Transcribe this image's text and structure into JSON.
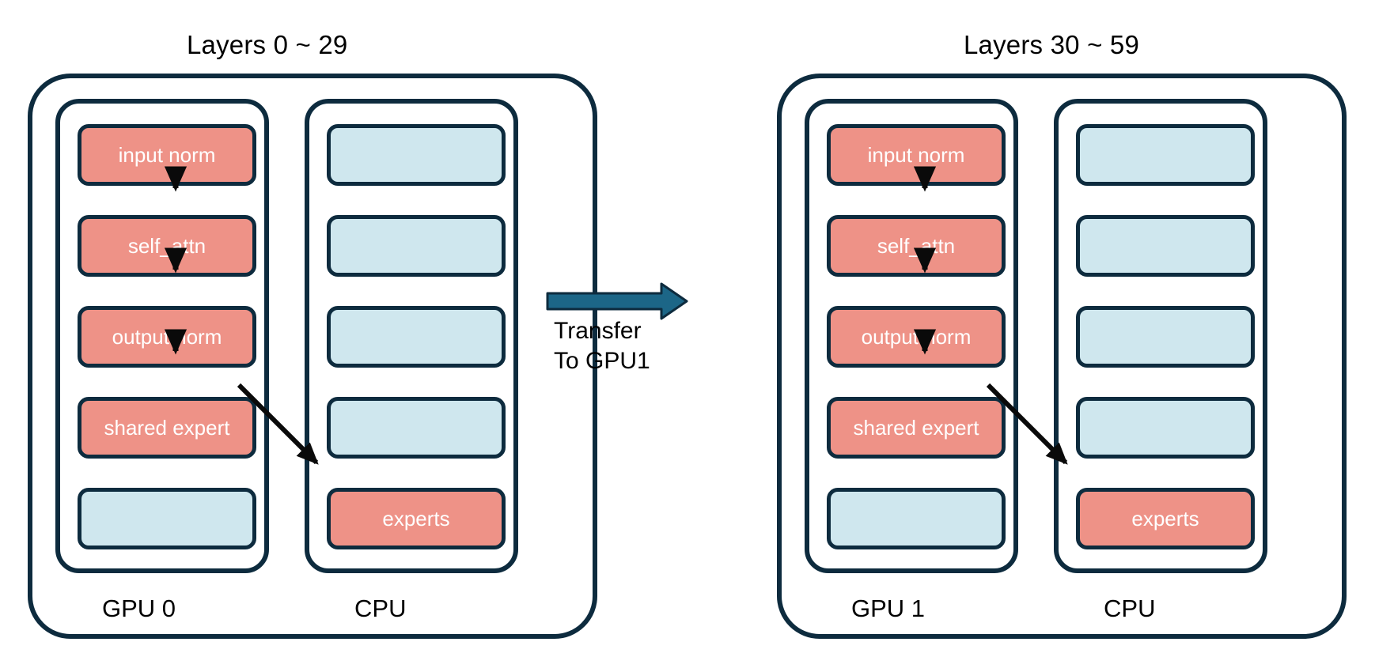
{
  "colors": {
    "outline": "#0D2B3E",
    "active_block": "#EE9287",
    "inactive_block": "#CFE7EE",
    "transfer_arrow": "#1C6687",
    "background": "#FFFFFF",
    "text_on_block": "#FFFFFF",
    "text": "#000000"
  },
  "panels": [
    {
      "title": "Layers 0 ~ 29",
      "gpu": {
        "footer_label": "GPU 0",
        "slots": [
          {
            "label": "input norm",
            "state": "active"
          },
          {
            "label": "self_attn",
            "state": "active"
          },
          {
            "label": "output norm",
            "state": "active"
          },
          {
            "label": "shared expert",
            "state": "active"
          },
          {
            "label": "",
            "state": "inactive"
          }
        ]
      },
      "cpu": {
        "footer_label": "CPU",
        "slots": [
          {
            "label": "",
            "state": "inactive"
          },
          {
            "label": "",
            "state": "inactive"
          },
          {
            "label": "",
            "state": "inactive"
          },
          {
            "label": "",
            "state": "inactive"
          },
          {
            "label": "experts",
            "state": "active"
          }
        ]
      }
    },
    {
      "title": "Layers 30 ~ 59",
      "gpu": {
        "footer_label": "GPU 1",
        "slots": [
          {
            "label": "input norm",
            "state": "active"
          },
          {
            "label": "self_attn",
            "state": "active"
          },
          {
            "label": "output norm",
            "state": "active"
          },
          {
            "label": "shared expert",
            "state": "active"
          },
          {
            "label": "",
            "state": "inactive"
          }
        ]
      },
      "cpu": {
        "footer_label": "CPU",
        "slots": [
          {
            "label": "",
            "state": "inactive"
          },
          {
            "label": "",
            "state": "inactive"
          },
          {
            "label": "",
            "state": "inactive"
          },
          {
            "label": "",
            "state": "inactive"
          },
          {
            "label": "experts",
            "state": "active"
          }
        ]
      }
    }
  ],
  "transfer": {
    "line1": "Transfer",
    "line2": "To GPU1"
  }
}
